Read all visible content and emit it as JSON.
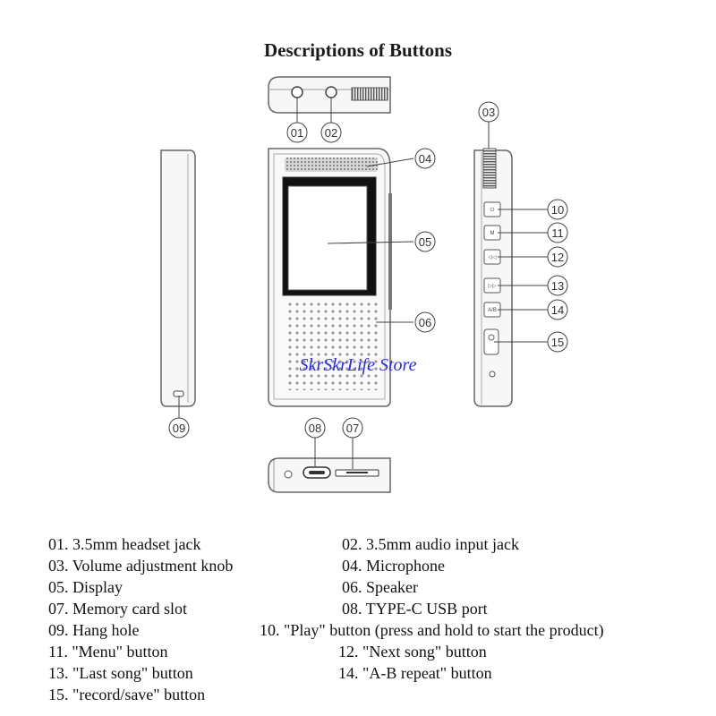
{
  "title": "Descriptions of Buttons",
  "watermark": "SkrSkrLife Store",
  "callouts": [
    "01",
    "02",
    "03",
    "04",
    "05",
    "06",
    "07",
    "08",
    "09",
    "10",
    "11",
    "12",
    "13",
    "14",
    "15"
  ],
  "side_buttons": [
    "⏻",
    "M",
    "◁◁",
    "▷▷",
    "A/B"
  ],
  "legend": [
    "01. 3.5mm headset jack",
    "02. 3.5mm audio input jack",
    "03. Volume adjustment knob",
    "04. Microphone",
    "05. Display",
    "06. Speaker",
    "07. Memory card slot",
    "08. TYPE-C USB port",
    "09. Hang hole",
    "10. \"Play\" button (press and hold to start the product)",
    "11. \"Menu\" button",
    "12. \"Next song\" button",
    "13. \"Last song\" button",
    "14. \"A-B repeat\" button",
    "15. \"record/save\" button"
  ],
  "colors": {
    "outline": "#666666",
    "watermark": "#2a2fd6",
    "screen": "#111111"
  }
}
